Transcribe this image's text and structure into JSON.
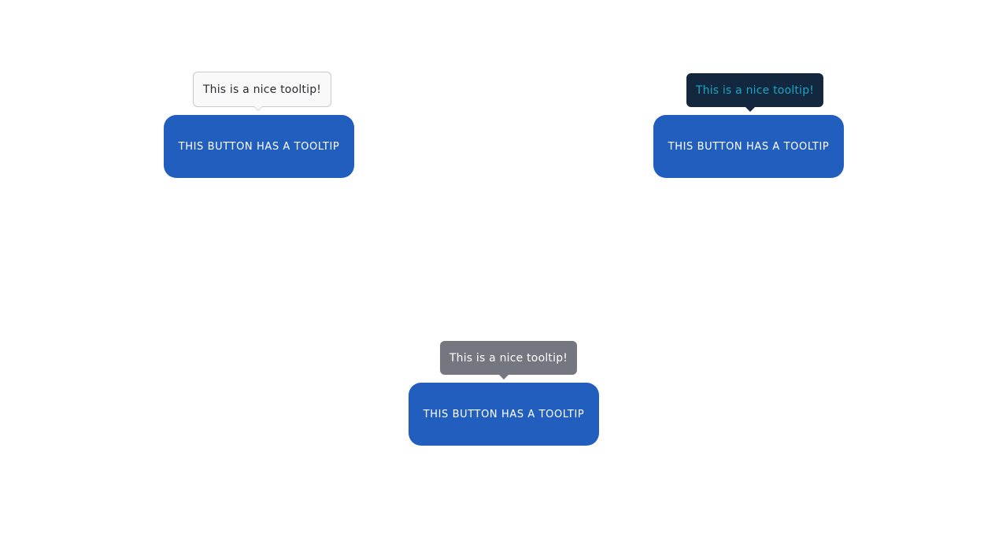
{
  "colors": {
    "button_bg": "#215ebe",
    "button_text": "#ffffff",
    "tooltip_light_bg": "#f9f9fa",
    "tooltip_light_text": "#2b2b30",
    "tooltip_dark_bg": "#13283f",
    "tooltip_dark_text": "#1aa5c4",
    "tooltip_gray_bg": "#747680",
    "tooltip_gray_text": "#ffffff"
  },
  "widgets": [
    {
      "button_label": "THIS BUTTON HAS A TOOLTIP",
      "tooltip_text": "This is a nice tooltip!",
      "tooltip_style": "light"
    },
    {
      "button_label": "THIS BUTTON HAS A TOOLTIP",
      "tooltip_text": "This is a nice tooltip!",
      "tooltip_style": "dark"
    },
    {
      "button_label": "THIS BUTTON HAS A TOOLTIP",
      "tooltip_text": "This is a nice tooltip!",
      "tooltip_style": "gray"
    }
  ]
}
